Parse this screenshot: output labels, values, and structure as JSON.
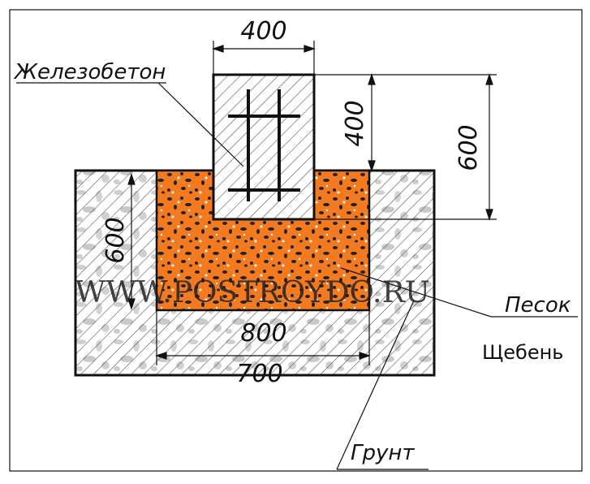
{
  "dimensions": {
    "column_width": "400",
    "column_height": "400",
    "total_depth": "600",
    "side_depth": "600",
    "inner_width": "800",
    "bottom_width": "700"
  },
  "labels": {
    "reinforced_concrete": "Железобетон",
    "sand": "Песок",
    "crushed_stone": "Щебень",
    "soil": "Грунт"
  },
  "watermark": "WWW.POSTROYDO.RU",
  "colors": {
    "sand_fill": "#f47a20",
    "outline": "#111111",
    "hatch": "#555555",
    "gravel_spots": "#c8c8c8"
  }
}
